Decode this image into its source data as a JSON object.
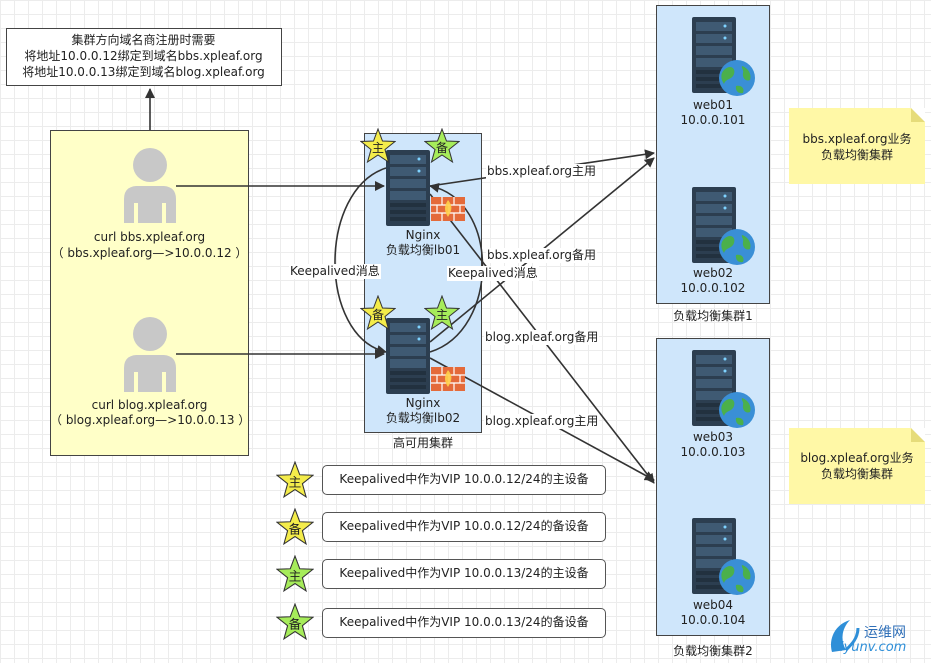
{
  "top_note": {
    "line1": "集群方向域名商注册时需要",
    "line2": "将地址10.0.0.12绑定到域名bbs.xpleaf.org",
    "line3": "将地址10.0.0.13绑定到域名blog.xpleaf.org"
  },
  "clients": [
    {
      "label": "curl bbs.xpleaf.org",
      "mapping": "（ bbs.xpleaf.org—>10.0.0.12 ）"
    },
    {
      "label": "curl blog.xpleaf.org",
      "mapping": "（ blog.xpleaf.org—>10.0.0.13 ）"
    }
  ],
  "lb_cluster": {
    "caption": "高可用集群",
    "lb01": {
      "name": "Nginx",
      "role": "负载均衡lb01",
      "star1": "主",
      "star2": "备"
    },
    "lb02": {
      "name": "Nginx",
      "role": "负载均衡lb02",
      "star1": "备",
      "star2": "主"
    }
  },
  "edge_labels": {
    "keepalived_left": "Keepalived消息",
    "keepalived_right": "Keepalived消息",
    "bbs_primary": "bbs.xpleaf.org主用",
    "bbs_backup": "bbs.xpleaf.org备用",
    "blog_backup": "blog.xpleaf.org备用",
    "blog_primary": "blog.xpleaf.org主用"
  },
  "web_cluster1": {
    "caption": "负载均衡集群1",
    "servers": [
      {
        "name": "web01",
        "ip": "10.0.0.101"
      },
      {
        "name": "web02",
        "ip": "10.0.0.102"
      }
    ]
  },
  "web_cluster2": {
    "caption": "负载均衡集群2",
    "servers": [
      {
        "name": "web03",
        "ip": "10.0.0.103"
      },
      {
        "name": "web04",
        "ip": "10.0.0.104"
      }
    ]
  },
  "notes": [
    {
      "line1": "bbs.xpleaf.org业务",
      "line2": "负载均衡集群"
    },
    {
      "line1": "blog.xpleaf.org业务",
      "line2": "负载均衡集群"
    }
  ],
  "legend": [
    {
      "star": "主",
      "color": "#f4ec4a",
      "text": "Keepalived中作为VIP 10.0.0.12/24的主设备"
    },
    {
      "star": "备",
      "color": "#f4ec4a",
      "text": "Keepalived中作为VIP 10.0.0.12/24的备设备"
    },
    {
      "star": "主",
      "color": "#a6ec5a",
      "text": "Keepalived中作为VIP 10.0.0.13/24的主设备"
    },
    {
      "star": "备",
      "color": "#a6ec5a",
      "text": "Keepalived中作为VIP 10.0.0.13/24的备设备"
    }
  ],
  "watermark": {
    "text": "运维网",
    "url": "iyunv.com"
  },
  "colors": {
    "client_bg": "#ffffc8",
    "cluster_bg": "#cfe6fb",
    "note_bg": "#fff8a6",
    "yellow_star": "#f4ec4a",
    "green_star": "#a6ec5a"
  }
}
